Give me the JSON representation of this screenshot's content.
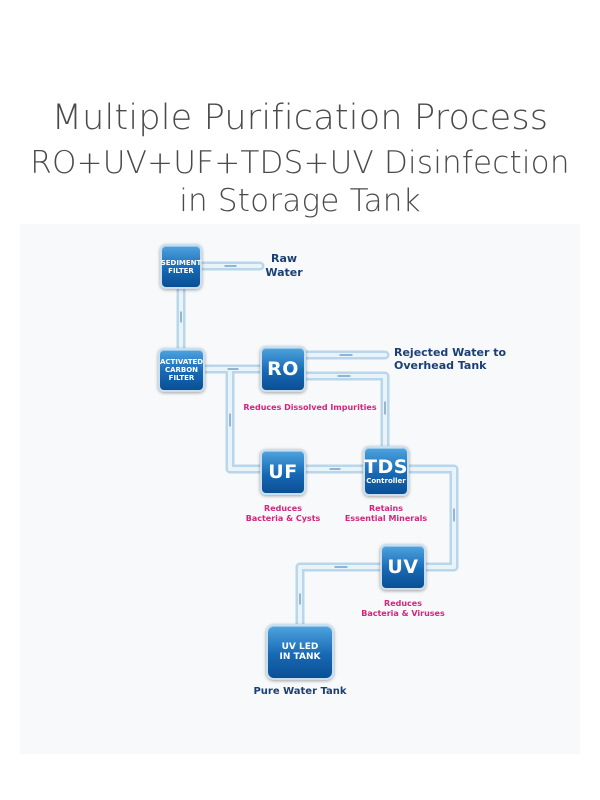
{
  "title": {
    "line1": "Multiple Purification Process",
    "line2": "RO+UV+UF+TDS+UV Disinfection",
    "line3": "in Storage Tank"
  },
  "units": {
    "sediment": {
      "line1": "SEDIMENT",
      "line2": "FILTER"
    },
    "carbon": {
      "line1": "ACTIVATED",
      "line2": "CARBON",
      "line3": "FILTER"
    },
    "ro": {
      "label": "RO"
    },
    "uf": {
      "label": "UF"
    },
    "tds": {
      "label": "TDS",
      "sub": "Controller"
    },
    "uv": {
      "label": "UV"
    },
    "tank": {
      "line1": "UV LED",
      "line2": "IN TANK"
    }
  },
  "annotations": {
    "raw_water": {
      "line1": "Raw",
      "line2": "Water"
    },
    "rejected": {
      "line1": "Rejected Water to",
      "line2": "Overhead Tank"
    },
    "ro_effect": "Reduces Dissolved Impurities",
    "uf_effect": {
      "line1": "Reduces",
      "line2": "Bacteria & Cysts"
    },
    "tds_effect": {
      "line1": "Retains",
      "line2": "Essential Minerals"
    },
    "uv_effect": {
      "line1": "Reduces",
      "line2": "Bacteria & Viruses"
    },
    "tank_label": "Pure Water Tank"
  },
  "colors": {
    "unit_fill": "#1769b5",
    "pipe": "#9fc9e6",
    "effect_text": "#d6247e",
    "flow_text": "#1a3f76"
  }
}
